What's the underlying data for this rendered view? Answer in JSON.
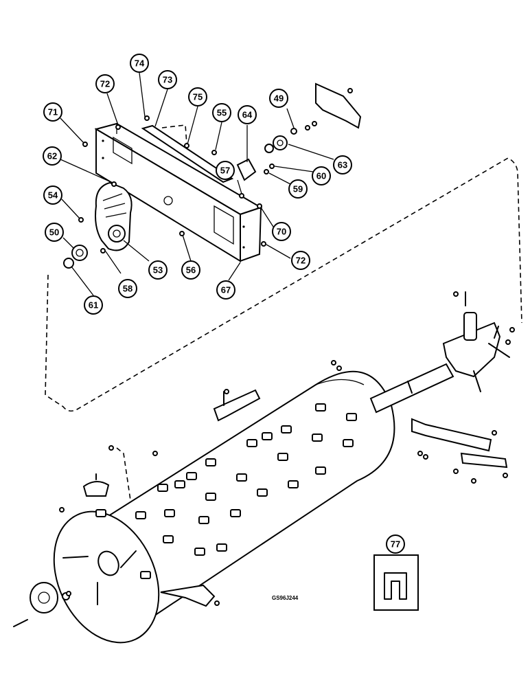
{
  "drawing_code": "GS96J244",
  "callouts": [
    {
      "id": "c74",
      "label": "74"
    },
    {
      "id": "c73",
      "label": "73"
    },
    {
      "id": "c72a",
      "label": "72"
    },
    {
      "id": "c75",
      "label": "75"
    },
    {
      "id": "c71",
      "label": "71"
    },
    {
      "id": "c55",
      "label": "55"
    },
    {
      "id": "c64",
      "label": "64"
    },
    {
      "id": "c49",
      "label": "49"
    },
    {
      "id": "c62",
      "label": "62"
    },
    {
      "id": "c57",
      "label": "57"
    },
    {
      "id": "c63",
      "label": "63"
    },
    {
      "id": "c60",
      "label": "60"
    },
    {
      "id": "c59",
      "label": "59"
    },
    {
      "id": "c54",
      "label": "54"
    },
    {
      "id": "c70",
      "label": "70"
    },
    {
      "id": "c50",
      "label": "50"
    },
    {
      "id": "c72b",
      "label": "72"
    },
    {
      "id": "c53",
      "label": "53"
    },
    {
      "id": "c56",
      "label": "56"
    },
    {
      "id": "c58",
      "label": "58"
    },
    {
      "id": "c67",
      "label": "67"
    },
    {
      "id": "c61",
      "label": "61"
    },
    {
      "id": "c77",
      "label": "77"
    }
  ]
}
